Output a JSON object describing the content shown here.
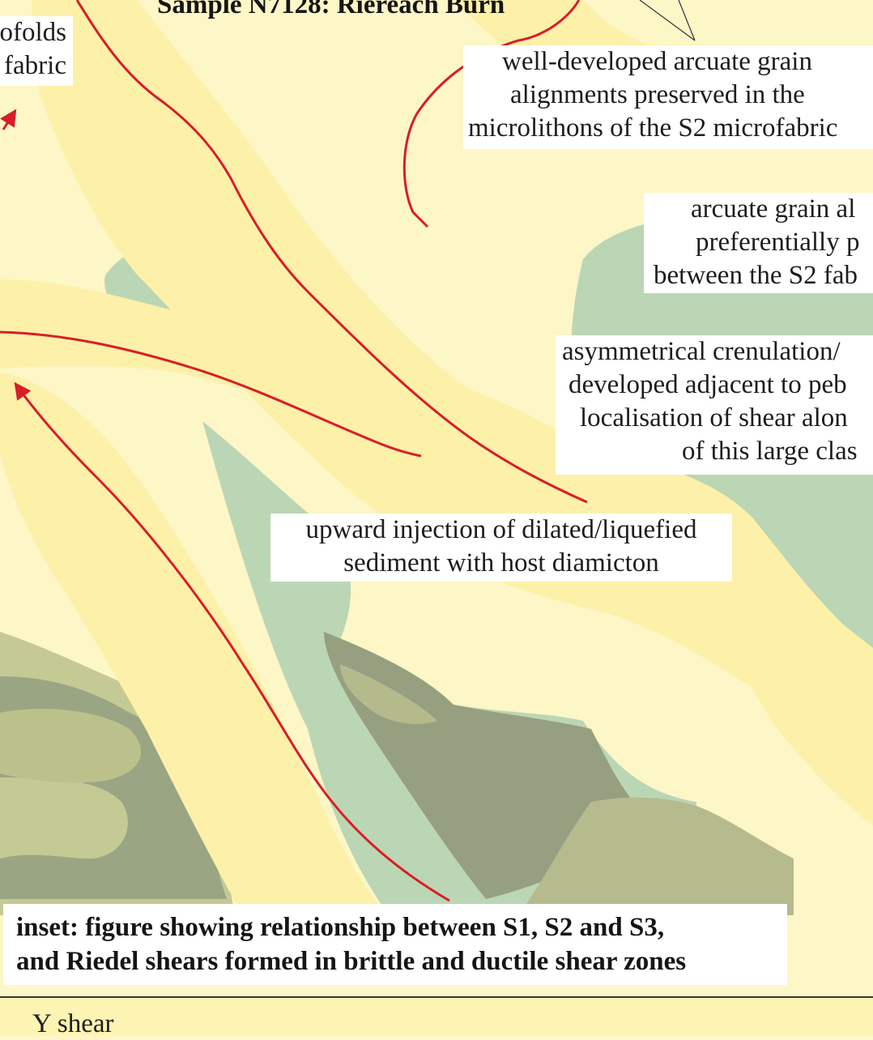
{
  "title": "Sample N7128: Riereach Burn",
  "labels": {
    "microfolds": [
      "ofolds",
      "fabric"
    ],
    "arcuate_alignments": [
      "well-developed arcuate grain",
      "alignments preserved in the",
      "microlithons of the S2 microfabric"
    ],
    "arcuate_preferential": [
      "arcuate grain al",
      "preferentially p",
      "between the S2 fab"
    ],
    "crenulation": [
      "asymmetrical crenulation/",
      "developed adjacent to peb",
      "localisation of shear alon",
      "of this large clas"
    ],
    "injection": [
      "upward injection of dilated/liquefied",
      "sediment with host diamicton"
    ]
  },
  "inset": {
    "line1": "inset: figure showing relationship between S1, S2 and S3,",
    "line2": "and Riedel shears formed in brittle and ductile shear zones"
  },
  "footer": {
    "y_shear": "Y shear"
  },
  "colors": {
    "background": "#fdf6c6",
    "yellow_band": "#fdf0a9",
    "green": "#bbd6b5",
    "dark_olive": "#96a080",
    "olive": "#b6bb8e",
    "light_olive": "#c8cc98",
    "arrow_red": "#d81e28"
  }
}
